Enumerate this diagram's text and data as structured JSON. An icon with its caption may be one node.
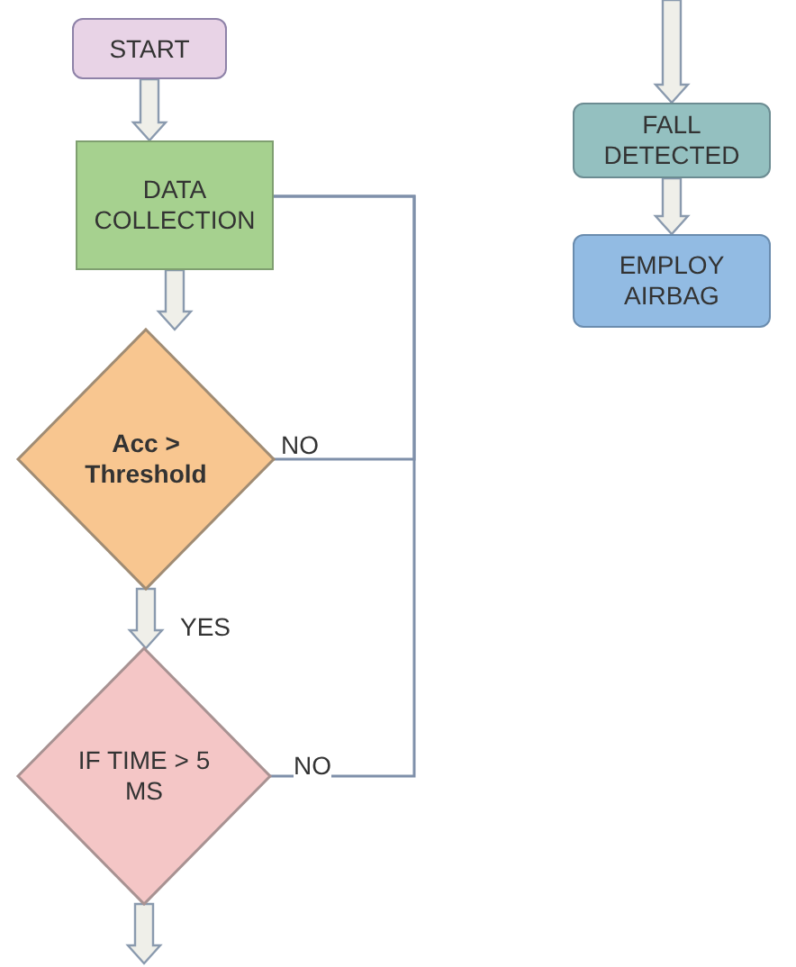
{
  "diagram": {
    "nodes": [
      {
        "text": [
          "START"
        ]
      },
      {
        "text": [
          "DATA COLLECTION"
        ]
      },
      {
        "text": [
          "Acc > Threshold"
        ]
      },
      {
        "text": [
          "IF TIME > 5 MS"
        ]
      },
      {
        "text": [
          "FALL DETECTED"
        ]
      },
      {
        "text": [
          "EMPLOY AIRBAG"
        ]
      }
    ],
    "edges": [
      {
        "from": 0,
        "to": 1,
        "arrow": "to"
      },
      {
        "from": 1,
        "to": 2,
        "arrow": "to"
      },
      {
        "from": 2,
        "to": 3,
        "arrow": "to",
        "label": "YES"
      },
      {
        "from": 3,
        "to": null,
        "arrow": "to"
      },
      {
        "from": 2,
        "to": 1,
        "arrow": "none",
        "label": "NO"
      },
      {
        "from": 3,
        "to": 1,
        "arrow": "none",
        "label": "NO"
      },
      {
        "from": null,
        "to": 4,
        "arrow": "to"
      },
      {
        "from": 4,
        "to": 5,
        "arrow": "to"
      }
    ]
  }
}
